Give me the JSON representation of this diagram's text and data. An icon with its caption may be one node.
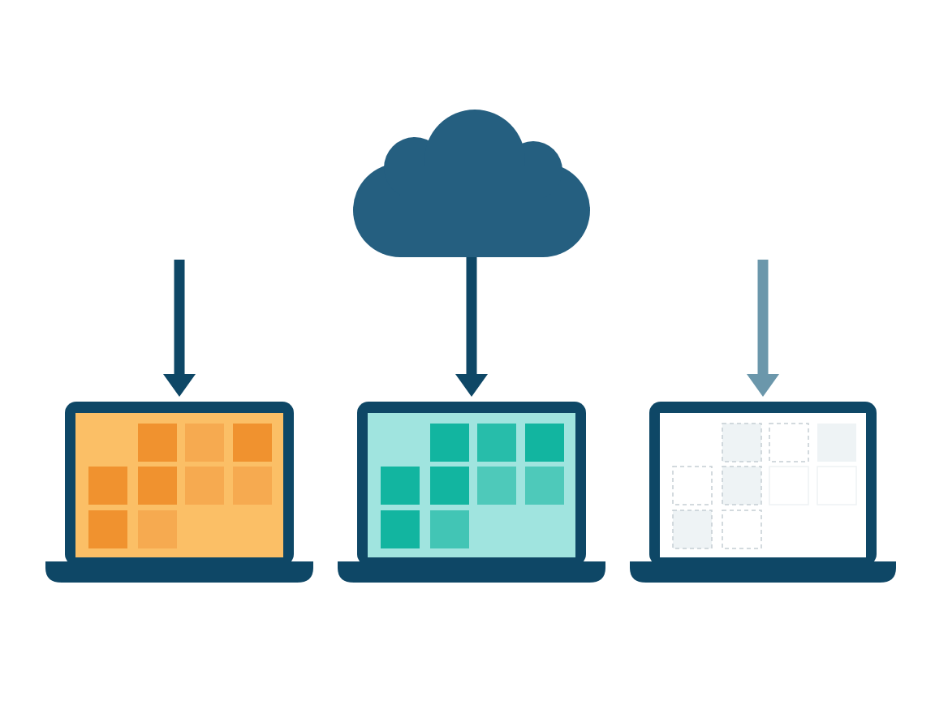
{
  "diagram": {
    "nodes": [
      {
        "text": [],
        "shape": "cloud"
      },
      {
        "text": [],
        "shape": "laptop"
      },
      {
        "text": [],
        "shape": "laptop"
      },
      {
        "text": [],
        "shape": "laptop"
      }
    ],
    "edges": [
      {
        "from": null,
        "to": 1,
        "arrow": "to"
      },
      {
        "from": 0,
        "to": 2,
        "arrow": "to"
      },
      {
        "from": null,
        "to": 3,
        "arrow": "to",
        "color": "#6b97ab"
      }
    ]
  }
}
